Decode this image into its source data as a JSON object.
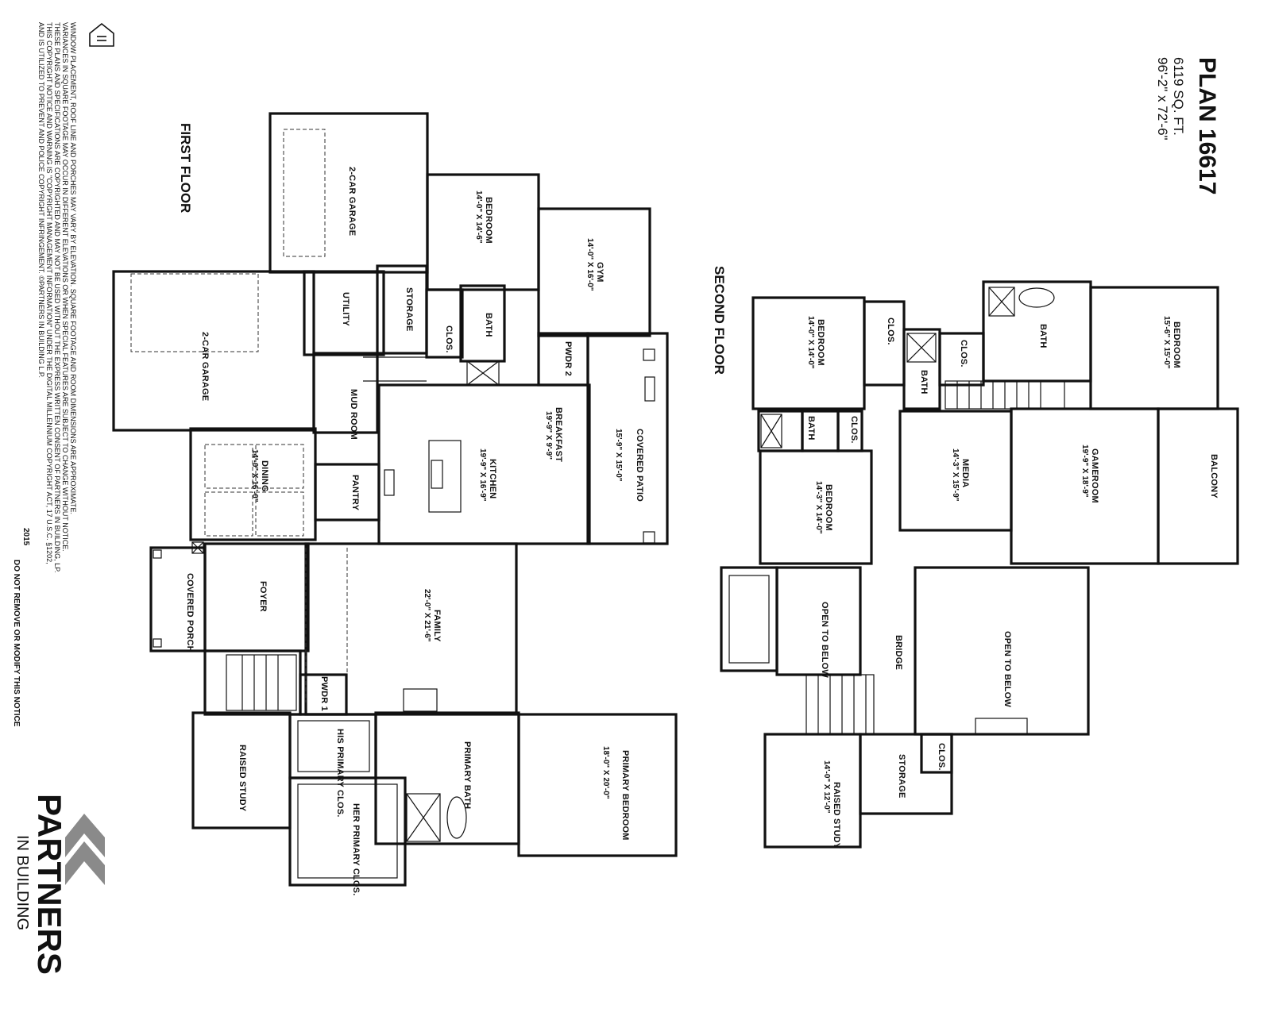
{
  "plan": {
    "title": "PLAN 16617",
    "sqft": "6119 SQ. FT.",
    "dimensions": "96'-2\" x 72'-6\""
  },
  "floors": {
    "first": "FIRST FLOOR",
    "second": "SECOND FLOOR"
  },
  "first_floor_rooms": {
    "garage_front": "2-CAR GARAGE",
    "garage_rear": "2-CAR GARAGE",
    "bedroom": {
      "name": "BEDROOM",
      "size": "14'-0\" X 14'-6\""
    },
    "gym": {
      "name": "GYM",
      "size": "14'-0\" X 16'-0\""
    },
    "utility": "UTILITY",
    "storage": "STORAGE",
    "bath": "BATH",
    "clos": "CLOS.",
    "pwdr2": "PWDR 2",
    "mud_room": "MUD ROOM",
    "breakfast": {
      "name": "BREAKFAST",
      "size": "19'-9\" X 9'-9\""
    },
    "kitchen": {
      "name": "KITCHEN",
      "size": "19'-9\" X 16'-9\""
    },
    "covered_patio": {
      "name": "COVERED PATIO",
      "size": "15'-9\" X 15'-0\""
    },
    "dining": {
      "name": "DINING",
      "size": "14'-0\" X 16'-0\""
    },
    "pantry": "PANTRY",
    "covered_porch": "COVERED PORCH",
    "foyer": "FOYER",
    "family": {
      "name": "FAMILY",
      "size": "22'-0\" X 21'-6\""
    },
    "pwdr1": "PWDR 1",
    "raised_study": "RAISED STUDY",
    "his_closet": "HIS PRIMARY CLOS.",
    "her_closet": "HER PRIMARY CLOS.",
    "primary_bath": "PRIMARY BATH",
    "primary_bedroom": {
      "name": "PRIMARY BEDROOM",
      "size": "18'-0\" X 20'-0\""
    }
  },
  "second_floor_rooms": {
    "bedroom_a": {
      "name": "BEDROOM",
      "size": "14'-0\" X 14'-0\""
    },
    "clos_a": "CLOS.",
    "clos_b": "CLOS.",
    "bath_a": "BATH",
    "bath_b": "BATH",
    "bedroom_b": {
      "name": "BEDROOM",
      "size": "15'-6\" X 15'-0\""
    },
    "bath_c": "BATH",
    "clos_c": "CLOS.",
    "bedroom_c": {
      "name": "BEDROOM",
      "size": "14'-3\" X 14'-0\""
    },
    "media": {
      "name": "MEDIA",
      "size": "14'-3\" X 15'-9\""
    },
    "gameroom": {
      "name": "GAMEROOM",
      "size": "19'-9\" X 18'-9\""
    },
    "balcony": "BALCONY",
    "open_below_a": "OPEN TO BELOW",
    "bridge": "BRIDGE",
    "open_below_b": "OPEN TO BELOW",
    "storage": "STORAGE",
    "clos_d": "CLOS.",
    "raised_study": {
      "name": "RAISED STUDY",
      "size": "14'-0\" X 12'-0\""
    }
  },
  "disclaimer": {
    "lines": [
      "WINDOW PLACEMENT, ROOF LINE AND PORCHES MAY VARY BY ELEVATION. SQUARE FOOTAGE AND ROOM DIMENSIONS ARE APPROXIMATE.",
      "VARIANCES IN SQUARE FOOTAGE MAY OCCUR IN DIFFERENT ELEVATIONS OR WHEN SPECIAL FEATURES ARE SUBJECT TO CHANGE WITHOUT NOTICE.",
      "THESE PLANS AND SPECIFICATIONS ARE COPYRIGHTED AND MAY NOT BE USED WITHOUT THE EXPRESS WRITTEN CONSENT OF PARTNERS IN BUILDING, LP.",
      "THIS COPYRIGHT NOTICE AND WARNING IS \"COPYRIGHT MANAGEMENT INFORMATION\" UNDER THE DIGITAL MILLENNIUM COPYRIGHT ACT, 17 U.S.C. §1202,",
      "AND IS UTILIZED TO PREVENT AND POLICE COPYRIGHT INFRINGEMENT. ©PARTNERS IN BUILDING L.P."
    ],
    "year": "2015",
    "notice": "DO NOT REMOVE OR MODIFY THIS NOTICE"
  },
  "brand": {
    "name": "PARTNERS",
    "tagline": "IN BUILDING",
    "icons": [
      "equal-housing-icon",
      "chevron-logo-icon"
    ],
    "colors": {
      "ink": "#111111",
      "logo_gray": "#8a8a8a"
    }
  }
}
